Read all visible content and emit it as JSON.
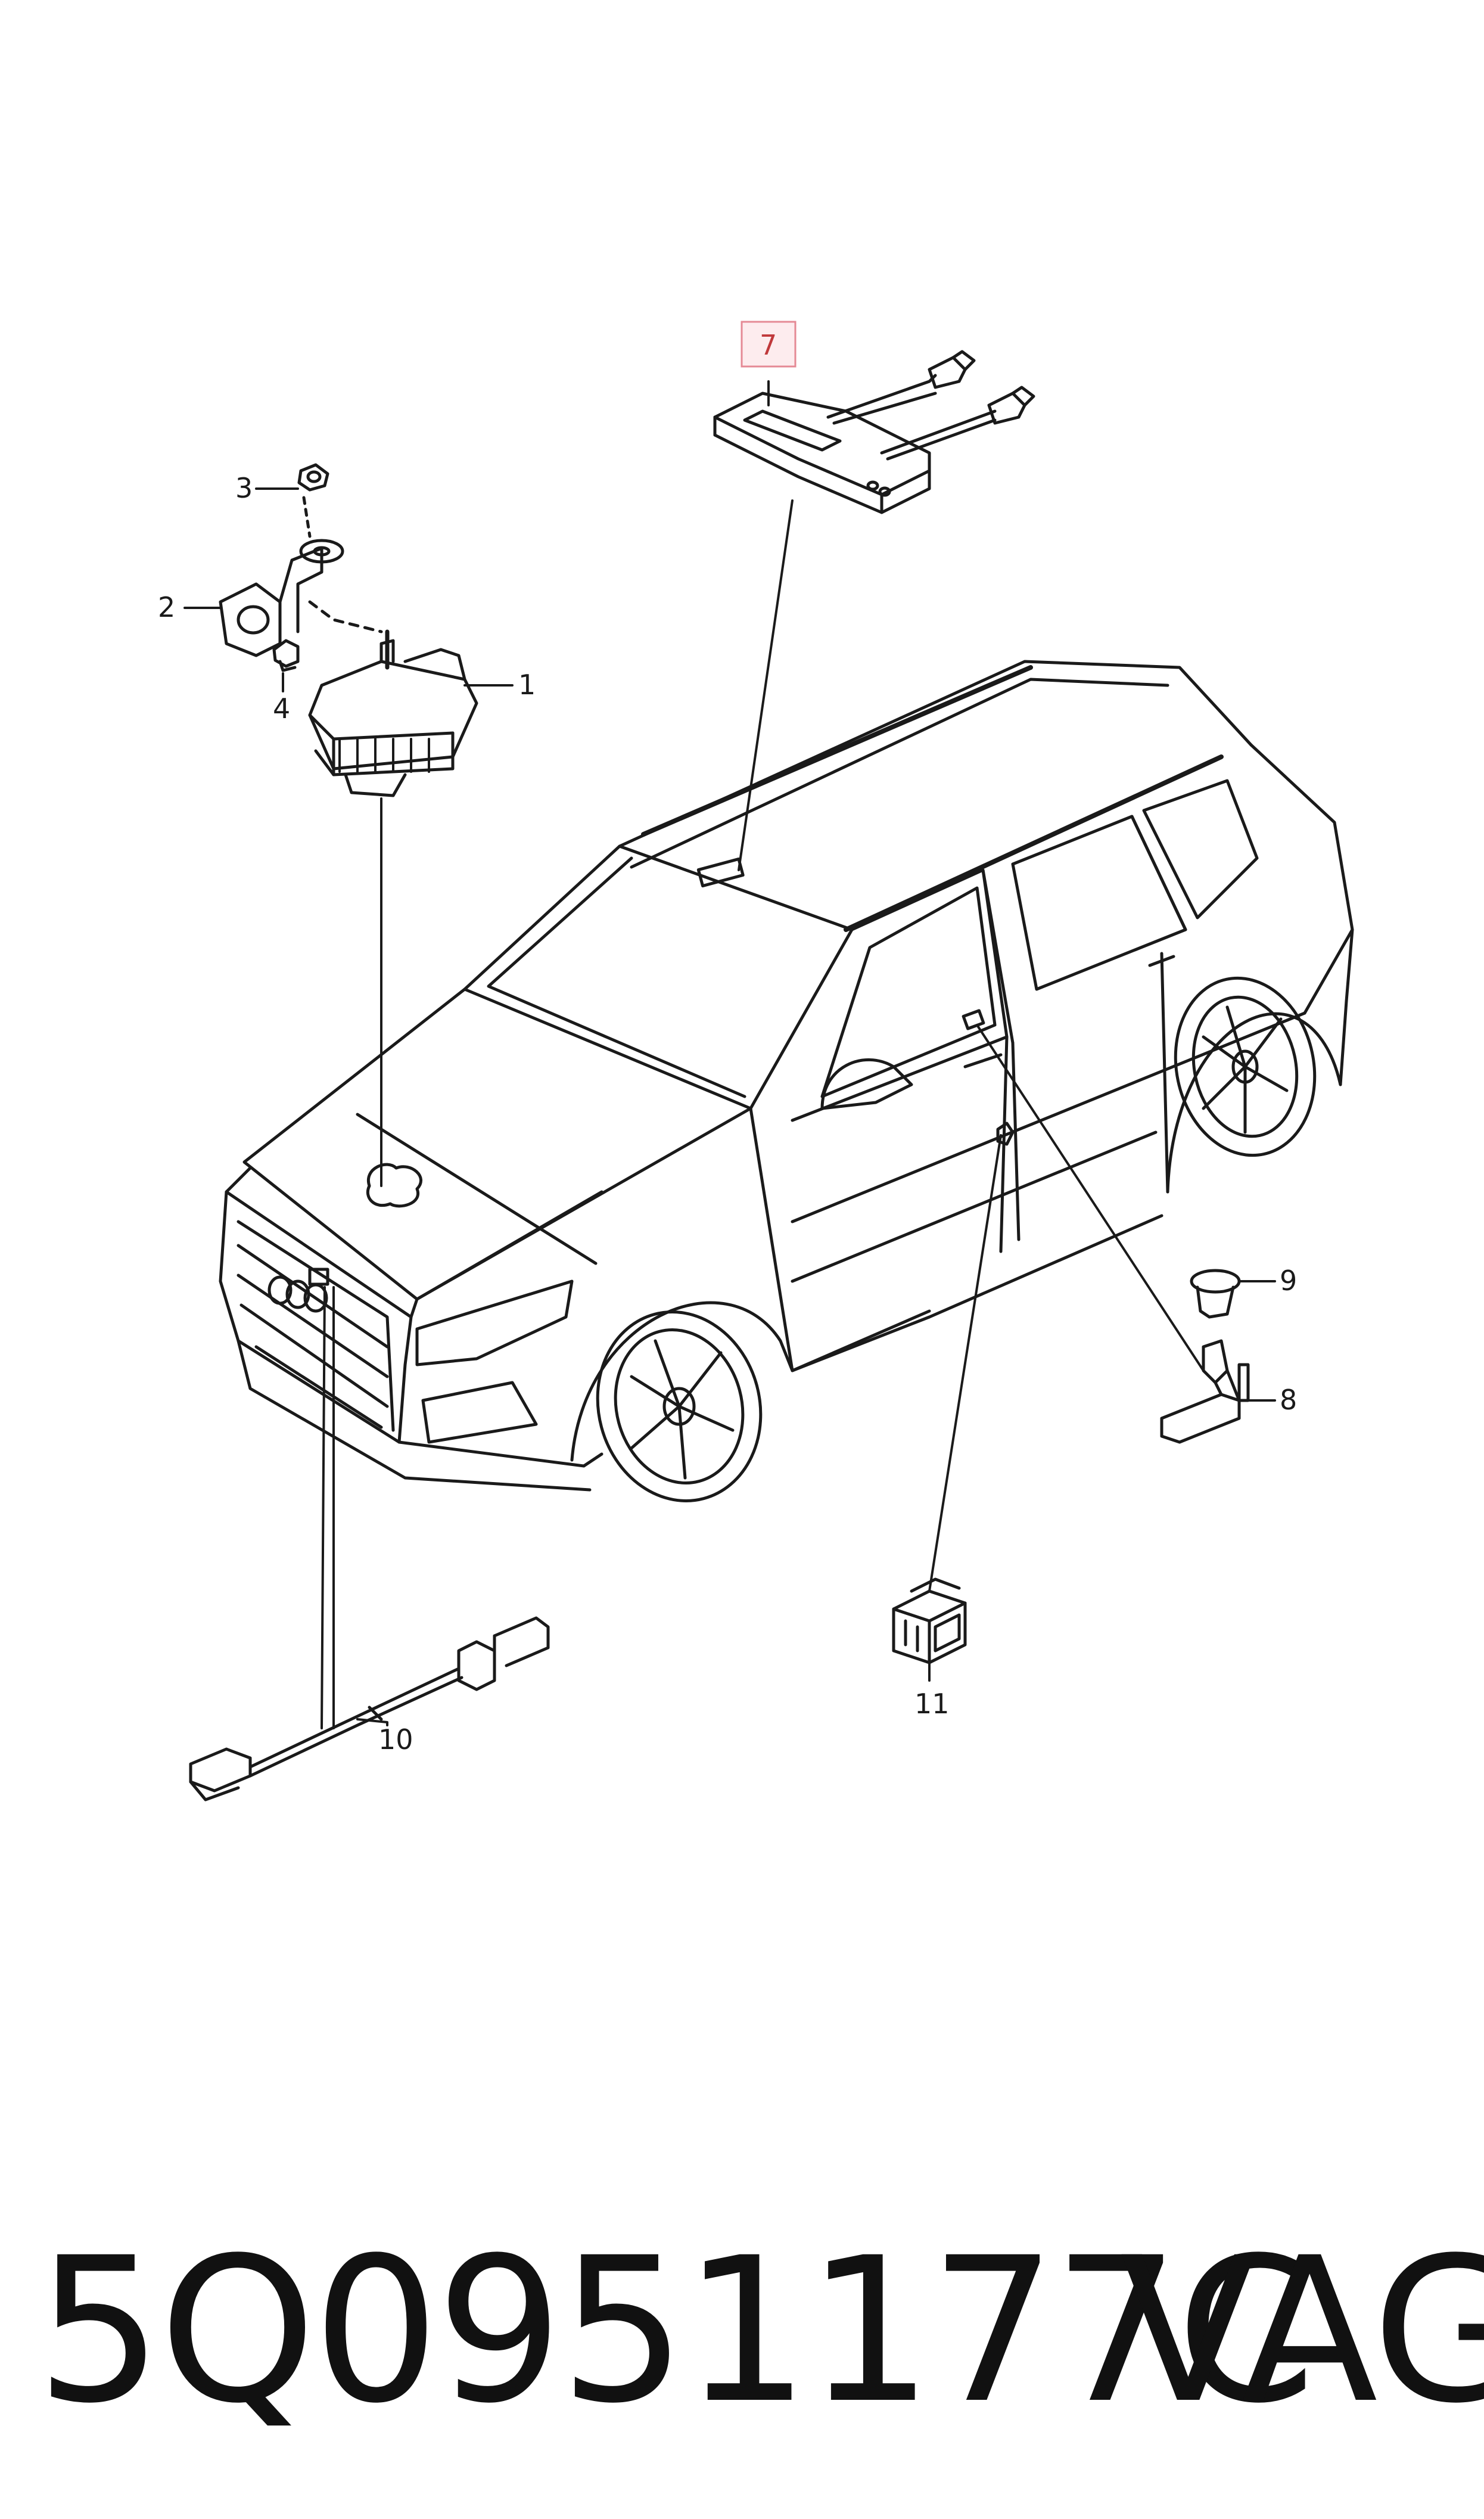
{
  "callouts": {
    "c1": "1",
    "c2": "2",
    "c3": "3",
    "c4": "4",
    "c7": "7",
    "c8": "8",
    "c9": "9",
    "c10": "10",
    "c11": "11"
  },
  "highlight": {
    "part": "7",
    "color": "#e58a95"
  },
  "footer": {
    "part_number": "5Q0951177C",
    "brand": "VAG"
  }
}
